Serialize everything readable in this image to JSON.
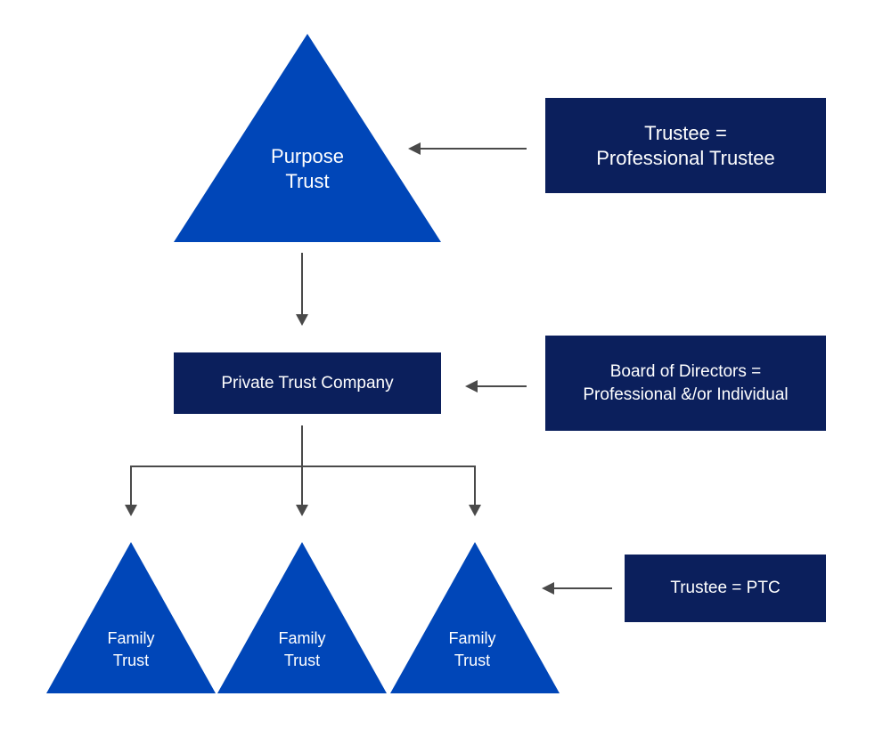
{
  "colors": {
    "triangle": "#0046b8",
    "box": "#0b1f5c",
    "arrow": "#4a4a4a",
    "text": "#ffffff"
  },
  "purpose_trust": {
    "line1": "Purpose",
    "line2": "Trust"
  },
  "private_trust_company": {
    "label": "Private Trust Company"
  },
  "family_trusts": [
    {
      "line1": "Family",
      "line2": "Trust"
    },
    {
      "line1": "Family",
      "line2": "Trust"
    },
    {
      "line1": "Family",
      "line2": "Trust"
    }
  ],
  "annotations": {
    "purpose_trustee": {
      "line1": "Trustee =",
      "line2": "Professional Trustee"
    },
    "board": {
      "line1": "Board of Directors =",
      "line2": "Professional &/or Individual"
    },
    "family_trustee": {
      "line1": "Trustee = PTC"
    }
  }
}
